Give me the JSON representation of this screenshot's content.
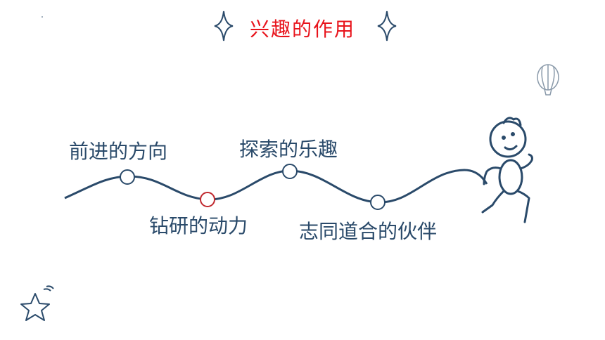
{
  "title": "兴趣的作用",
  "labels": {
    "direction": "前进的方向",
    "motivation": "钻研的动力",
    "fun": "探索的乐趣",
    "companion": "志同道合的伙伴"
  },
  "colors": {
    "title": "#e8141c",
    "line": "#2a4a6a",
    "highlight_node": "#c0282e"
  },
  "icons": [
    "four-point-star-icon",
    "hot-air-balloon-icon",
    "running-stick-figure-icon",
    "star-icon"
  ]
}
